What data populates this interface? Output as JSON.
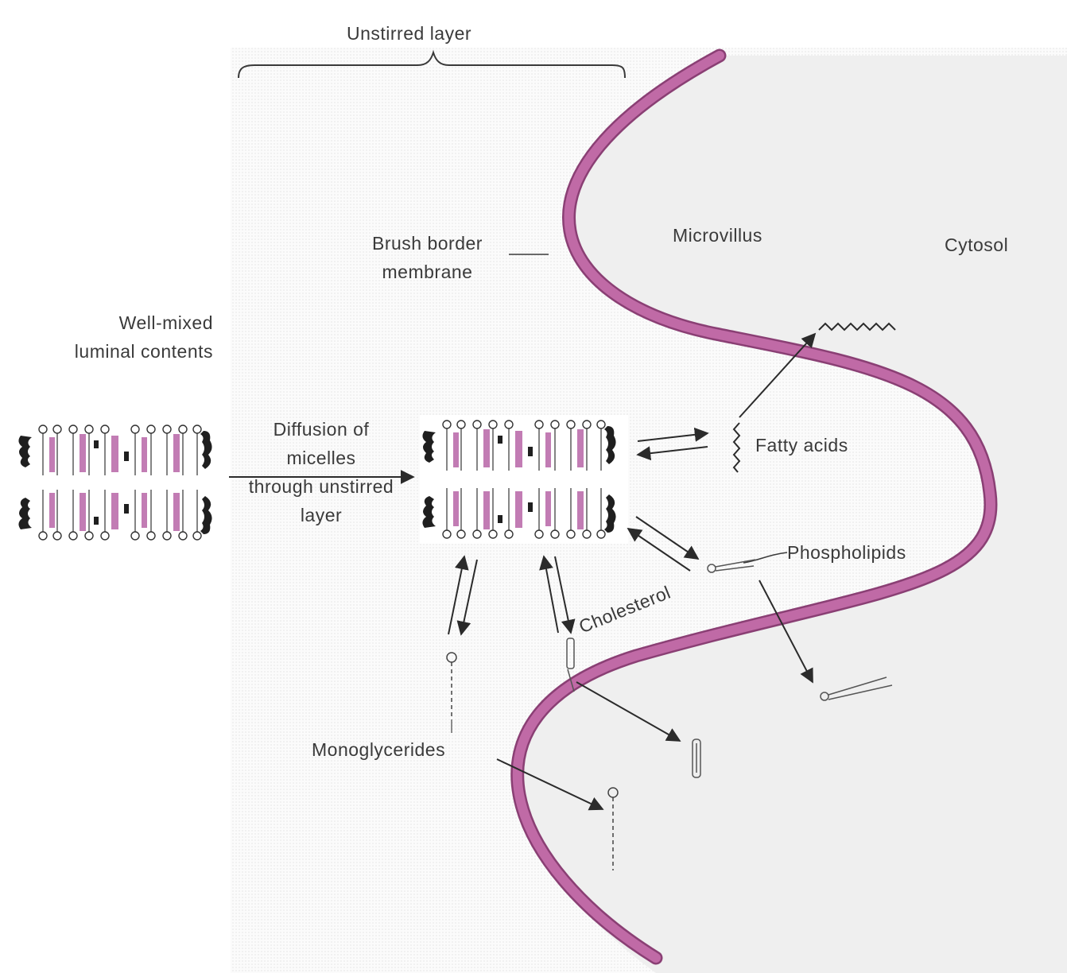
{
  "labels": {
    "unstirred_layer": "Unstirred layer",
    "brush_border_line1": "Brush border",
    "brush_border_line2": "membrane",
    "microvillus": "Microvillus",
    "cytosol": "Cytosol",
    "well_mixed_line1": "Well-mixed",
    "well_mixed_line2": "luminal contents",
    "diffusion_line1": "Diffusion of",
    "diffusion_line2": "micelles",
    "diffusion_line3": "through unstirred",
    "diffusion_line4": "layer",
    "fatty_acids": "Fatty acids",
    "phospholipids": "Phospholipids",
    "cholesterol": "Cholesterol",
    "monoglycerides": "Monoglycerides"
  },
  "colors": {
    "membrane": "#b9619e",
    "membrane_edge": "#8a3f74",
    "lipid_pink": "#c27cb4",
    "ink": "#2b2b2b",
    "cytosol_bg": "#f0f0f0",
    "unstirred_bg": "#fafafa"
  }
}
